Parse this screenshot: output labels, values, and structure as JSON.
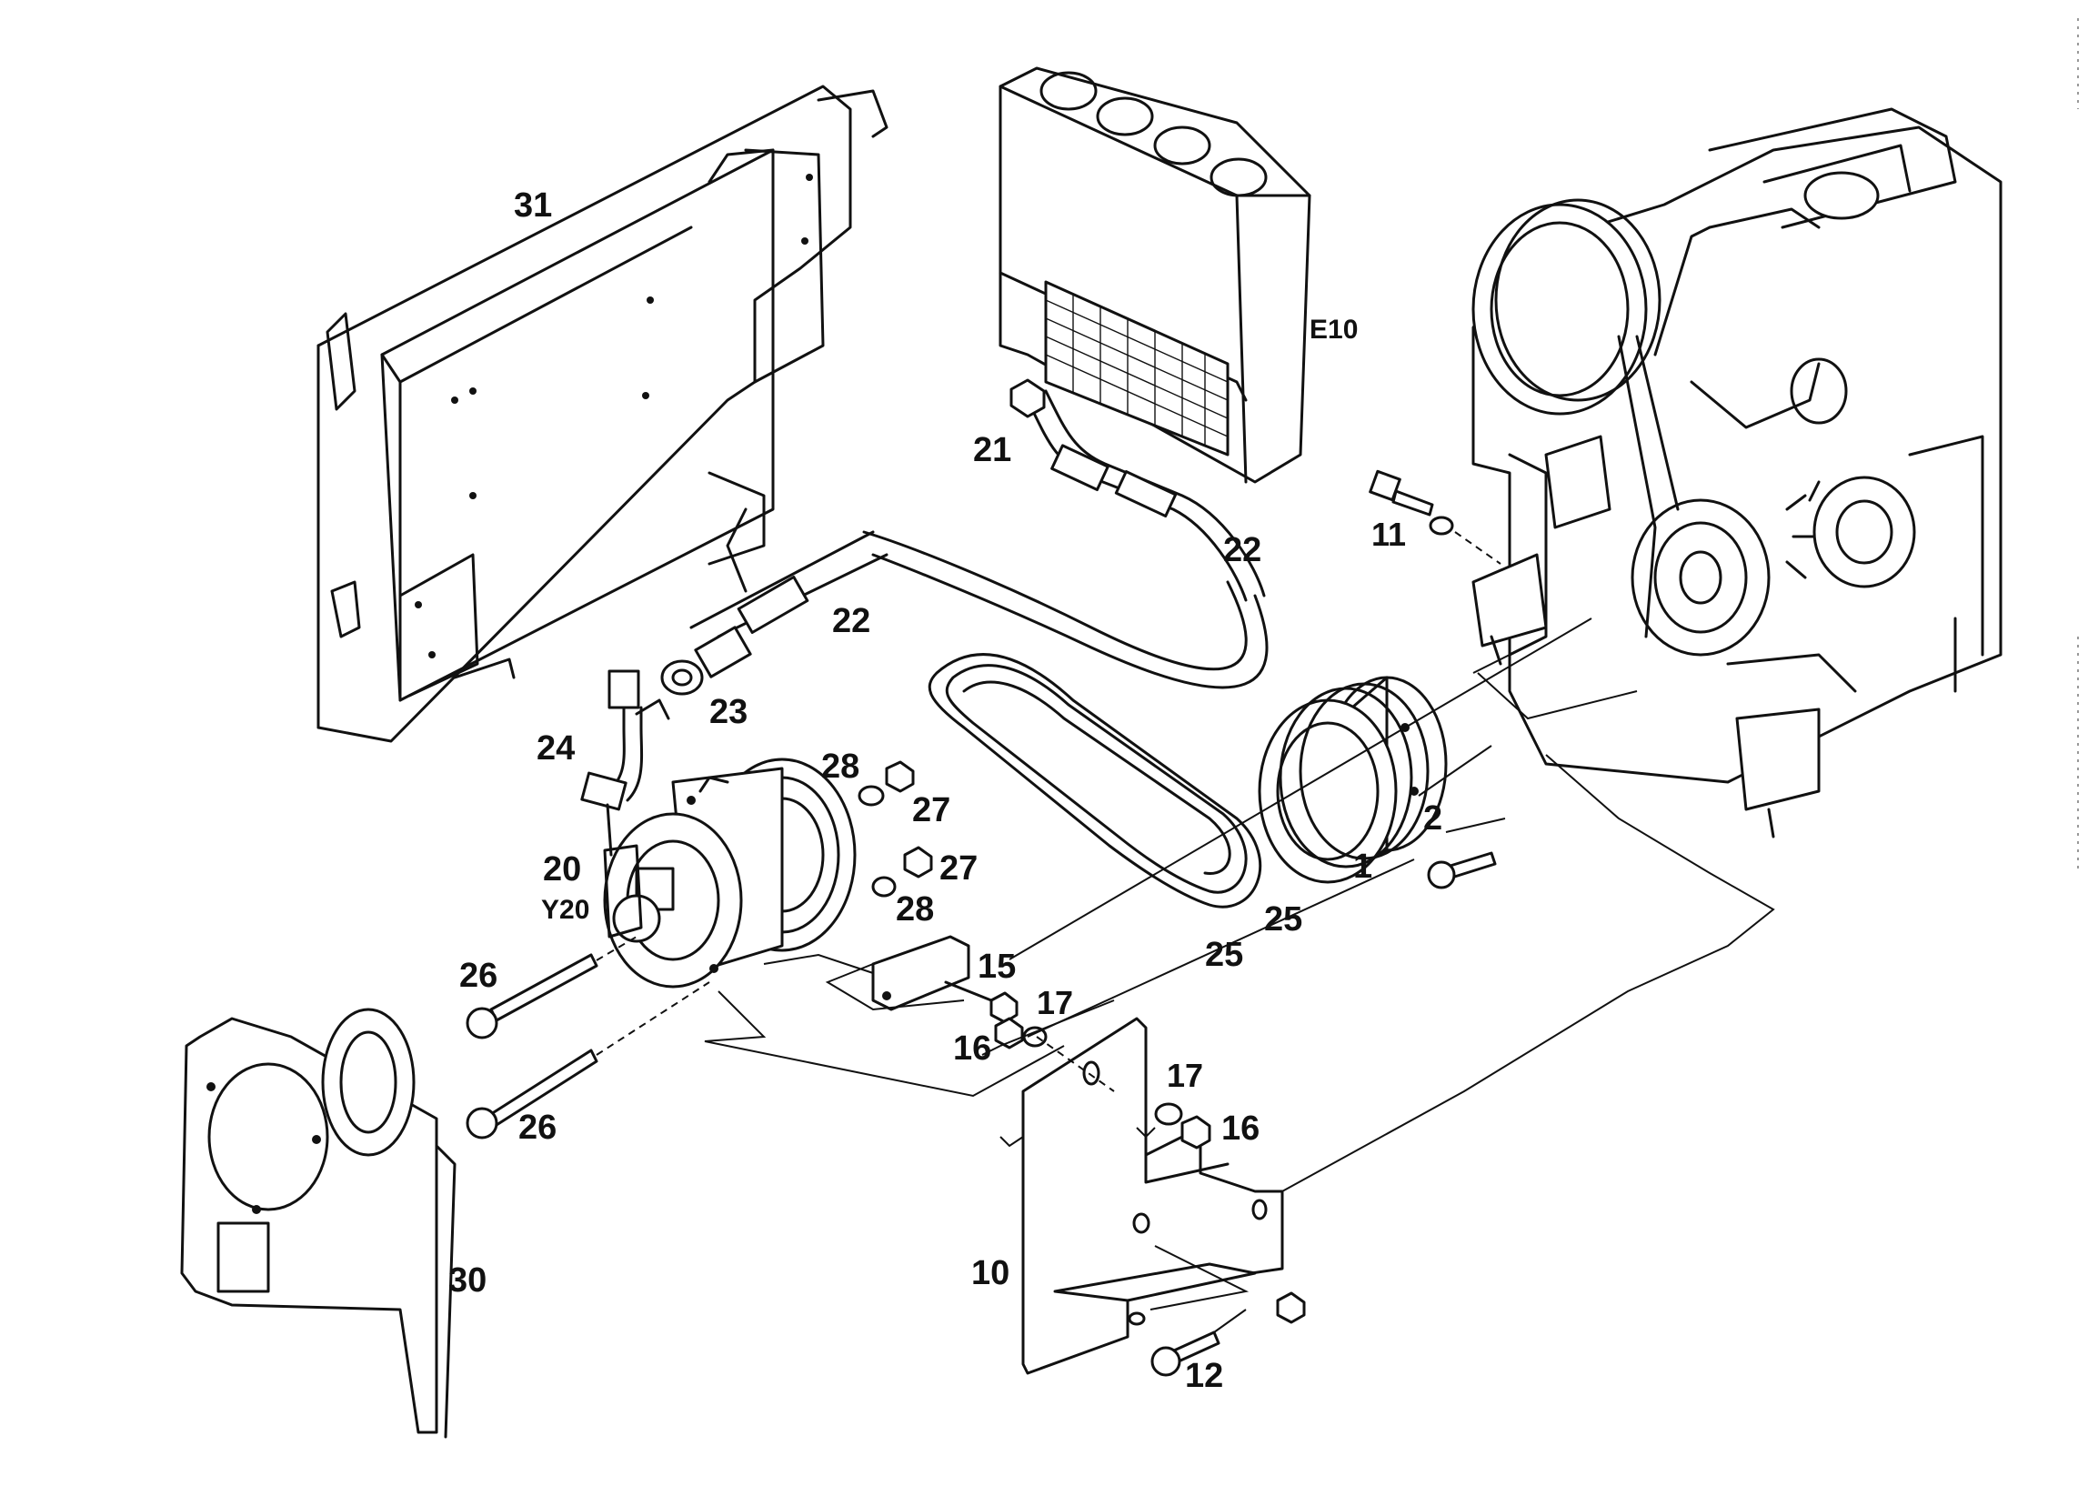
{
  "diagram": {
    "callouts": [
      {
        "id": "c31",
        "text": "31"
      },
      {
        "id": "cE10",
        "text": "E10"
      },
      {
        "id": "c21",
        "text": "21"
      },
      {
        "id": "c22a",
        "text": "22"
      },
      {
        "id": "c22b",
        "text": "22"
      },
      {
        "id": "c23",
        "text": "23"
      },
      {
        "id": "c24",
        "text": "24"
      },
      {
        "id": "c11",
        "text": "11"
      },
      {
        "id": "c28a",
        "text": "28"
      },
      {
        "id": "c27a",
        "text": "27"
      },
      {
        "id": "c27b",
        "text": "27"
      },
      {
        "id": "c28b",
        "text": "28"
      },
      {
        "id": "c20",
        "text": "20"
      },
      {
        "id": "cY20",
        "text": "Y20"
      },
      {
        "id": "c2",
        "text": "2"
      },
      {
        "id": "c1",
        "text": "1"
      },
      {
        "id": "c25a",
        "text": "25"
      },
      {
        "id": "c25b",
        "text": "25"
      },
      {
        "id": "c15",
        "text": "15"
      },
      {
        "id": "c26a",
        "text": "26"
      },
      {
        "id": "c17a",
        "text": "17"
      },
      {
        "id": "c16a",
        "text": "16"
      },
      {
        "id": "c17b",
        "text": "17"
      },
      {
        "id": "c16b",
        "text": "16"
      },
      {
        "id": "c26b",
        "text": "26"
      },
      {
        "id": "c30",
        "text": "30"
      },
      {
        "id": "c10",
        "text": "10"
      },
      {
        "id": "c12",
        "text": "12"
      }
    ]
  }
}
